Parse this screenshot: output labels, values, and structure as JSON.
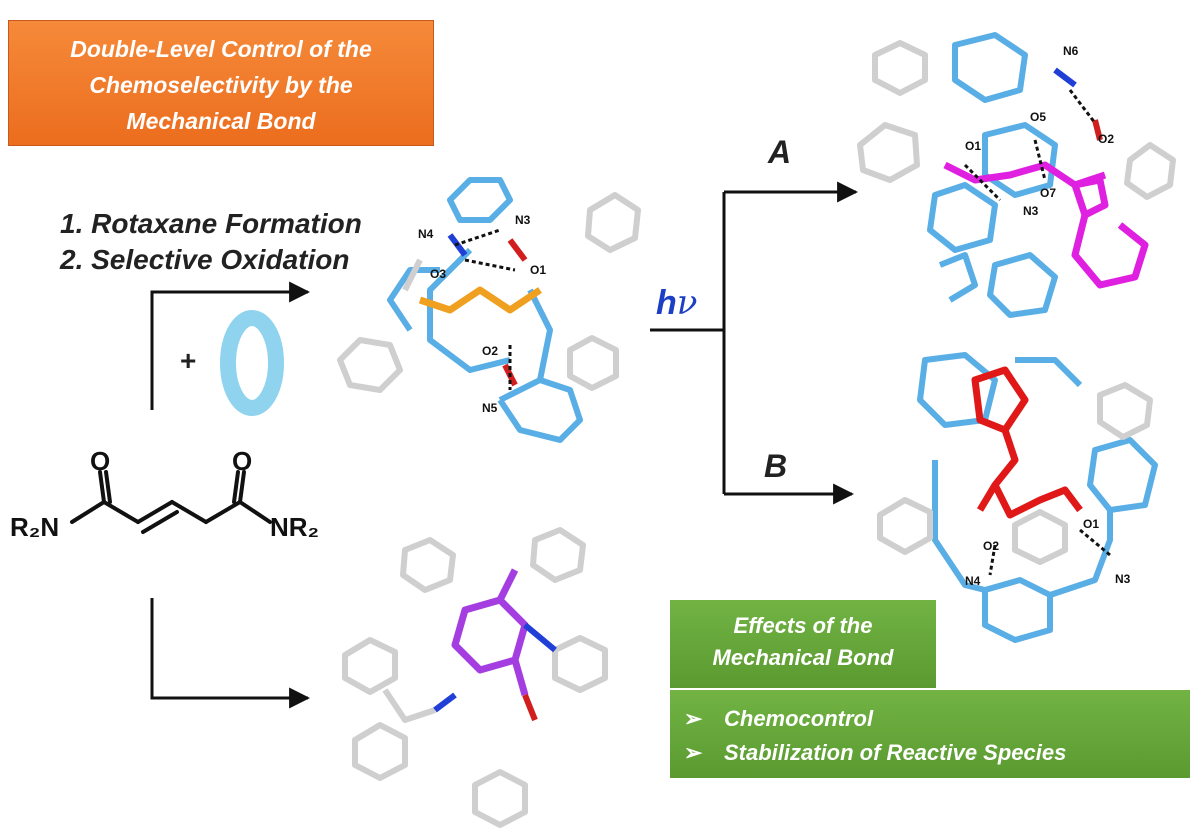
{
  "title_box": {
    "line1": "Double-Level Control of the",
    "line2": "Chemoselectivity by the",
    "line3": "Mechanical Bond"
  },
  "steps": {
    "step1": "1. Rotaxane Formation",
    "step2": "2. Selective Oxidation"
  },
  "plus_ring": {
    "plus": "+",
    "ring_color": "#8fd3ef"
  },
  "reactant": {
    "left_group": "R₂N",
    "right_group": "NR₂",
    "oxygen_left": "O",
    "oxygen_right": "O"
  },
  "hv_label": {
    "h": "h",
    "nu": "ν"
  },
  "routes": {
    "a": "A",
    "b": "B"
  },
  "structure_top": {
    "labels": [
      "N4",
      "N3",
      "O3",
      "O1",
      "O2",
      "N5"
    ]
  },
  "structure_a": {
    "labels": [
      "N6",
      "O5",
      "O2",
      "O1",
      "O7",
      "N3"
    ]
  },
  "structure_b": {
    "labels": [
      "O2",
      "O1",
      "N4",
      "N3"
    ]
  },
  "effects": {
    "heading_line1": "Effects of the",
    "heading_line2": "Mechanical Bond",
    "bullet_glyph": "➢",
    "items": [
      "Chemocontrol",
      "Stabilization of Reactive Species"
    ]
  },
  "colors": {
    "orange": "#ec6d1e",
    "green": "#5a9a30",
    "blue_ring": "#5aaee6",
    "carbon_gray": "#cfcfcf",
    "nitrogen": "#1f3fd6",
    "oxygen": "#d11f1f",
    "orange_frag": "#f0a020",
    "magenta_frag": "#e020e0",
    "red_frag": "#e01818",
    "purple_frag": "#a43ee0"
  }
}
